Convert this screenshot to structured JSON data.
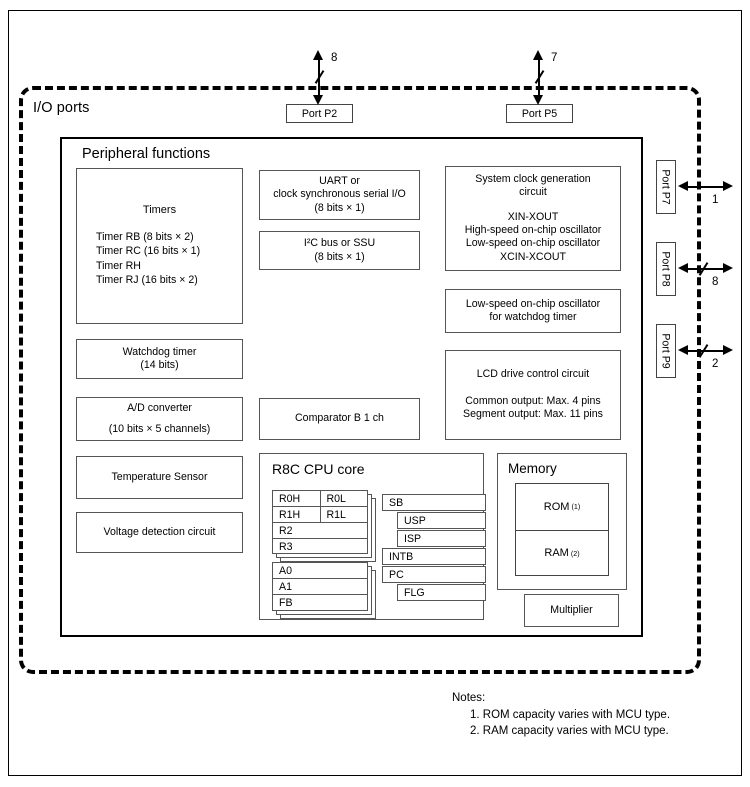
{
  "diagram": {
    "io_ports_label": "I/O ports",
    "peripheral_title": "Peripheral functions",
    "cpu_title": "R8C CPU core",
    "memory_title": "Memory"
  },
  "timers": {
    "heading": "Timers",
    "items": [
      "Timer RB (8 bits × 2)",
      "Timer RC (16 bits × 1)",
      "Timer RH",
      "Timer RJ (16 bits × 2)"
    ]
  },
  "left_blocks": [
    {
      "name": "watchdog",
      "lines": [
        "Watchdog timer",
        "(14 bits)"
      ]
    },
    {
      "name": "adc",
      "lines": [
        "A/D converter",
        "(10 bits × 5 channels)"
      ]
    },
    {
      "name": "temperature-sensor",
      "lines": [
        "Temperature Sensor"
      ]
    },
    {
      "name": "voltage-detection",
      "lines": [
        "Voltage detection circuit"
      ]
    }
  ],
  "middle_blocks": [
    {
      "name": "uart",
      "lines": [
        "UART or",
        "clock synchronous serial I/O",
        "(8 bits × 1)"
      ]
    },
    {
      "name": "i2c",
      "lines": [
        "I²C bus or SSU",
        "(8 bits × 1)"
      ]
    },
    {
      "name": "comparator",
      "lines": [
        "Comparator B 1 ch"
      ]
    }
  ],
  "sysclk": {
    "heading_l1": "System clock generation",
    "heading_l2": "circuit",
    "items": [
      "XIN-XOUT",
      "High-speed on-chip oscillator",
      "Low-speed on-chip oscillator",
      "XCIN-XCOUT"
    ]
  },
  "lowspeed_wdt": {
    "lines": [
      "Low-speed on-chip oscillator",
      "for watchdog timer"
    ]
  },
  "lcd": {
    "heading": "LCD drive control circuit",
    "items": [
      "Common output: Max. 4 pins",
      "Segment output: Max. 11 pins"
    ]
  },
  "cpu_registers": {
    "data_bank": [
      [
        "R0H",
        "R0L"
      ],
      [
        "R1H",
        "R1L"
      ],
      [
        "R2"
      ],
      [
        "R3"
      ]
    ],
    "address_bank": [
      [
        "A0"
      ],
      [
        "A1"
      ],
      [
        "FB"
      ]
    ],
    "control": [
      {
        "label": "SB",
        "indent": false
      },
      {
        "label": "USP",
        "indent": true
      },
      {
        "label": "ISP",
        "indent": true
      },
      {
        "label": "INTB",
        "indent": false
      },
      {
        "label": "PC",
        "indent": false
      },
      {
        "label": "FLG",
        "indent": true
      }
    ]
  },
  "memory": {
    "rom_label": "ROM",
    "rom_note": "(1)",
    "ram_label": "RAM",
    "ram_note": "(2)",
    "multiplier_label": "Multiplier"
  },
  "top_ports": [
    {
      "name": "port-p2",
      "label": "Port P2",
      "width": "8",
      "has_bus_slash": true
    },
    {
      "name": "port-p5",
      "label": "Port P5",
      "width": "7",
      "has_bus_slash": true
    }
  ],
  "right_ports": [
    {
      "name": "port-p7",
      "label": "Port P7",
      "width": "1",
      "has_bus_slash": false
    },
    {
      "name": "port-p8",
      "label": "Port P8",
      "width": "8",
      "has_bus_slash": true
    },
    {
      "name": "port-p9",
      "label": "Port P9",
      "width": "2",
      "has_bus_slash": true
    }
  ],
  "notes": {
    "heading": "Notes:",
    "items": [
      "1. ROM capacity varies with MCU type.",
      "2. RAM capacity varies with MCU type."
    ]
  },
  "colors": {
    "line": "#000000",
    "box_border": "#555555",
    "background": "#ffffff"
  }
}
